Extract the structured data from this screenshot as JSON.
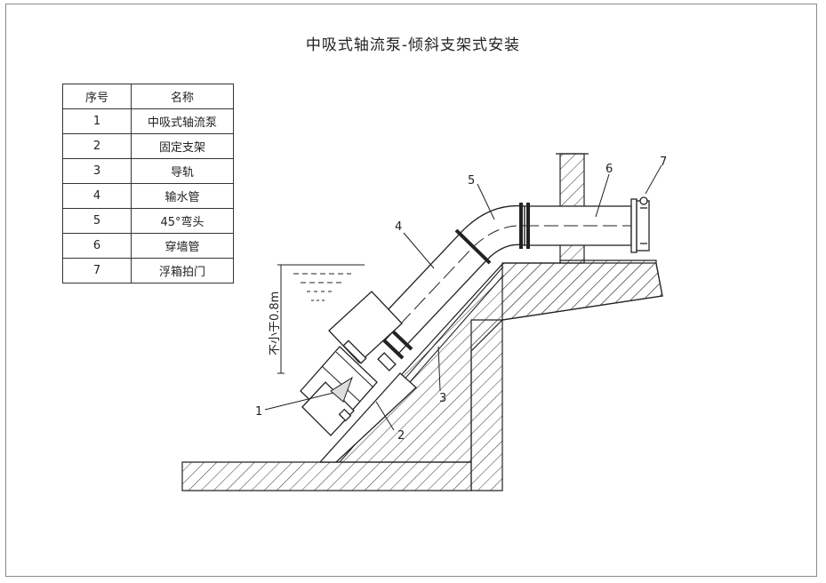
{
  "title": "中吸式轴流泵-倾斜支架式安装",
  "table": {
    "headers": [
      "序号",
      "名称"
    ],
    "rows": [
      {
        "no": "1",
        "name": "中吸式轴流泵"
      },
      {
        "no": "2",
        "name": "固定支架"
      },
      {
        "no": "3",
        "name": "导轨"
      },
      {
        "no": "4",
        "name": "输水管"
      },
      {
        "no": "5",
        "name": "45°弯头"
      },
      {
        "no": "6",
        "name": "穿墙管"
      },
      {
        "no": "7",
        "name": "浮箱拍门"
      }
    ]
  },
  "callouts": [
    "1",
    "2",
    "3",
    "4",
    "5",
    "6",
    "7"
  ],
  "dimension_label": "不小于0.8m"
}
